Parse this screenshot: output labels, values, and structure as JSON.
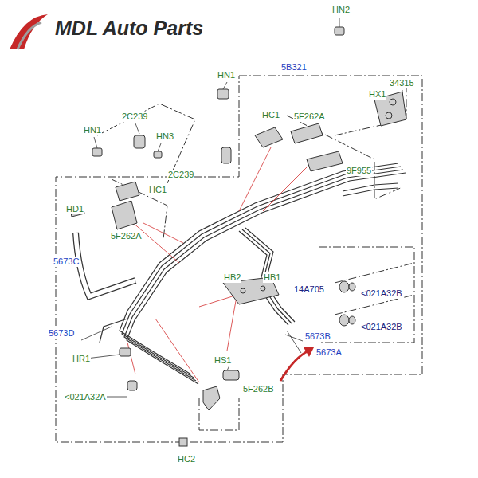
{
  "diagram": {
    "labels": [
      "MDL Auto Parts",
      "HN2",
      "HN1",
      "5B321",
      "34315",
      "HX1",
      "HC1",
      "5F262A",
      "2C239",
      "HN1",
      "HN3",
      "9F955",
      "2C239",
      "HC1",
      "HD1",
      "5F262A",
      "5673C",
      "HB2",
      "HB1",
      "14A705",
      "<021A32B",
      "<021A32B",
      "5673D",
      "5673B",
      "5673A",
      "HR1",
      "HS1",
      "<021A32A",
      "5F262B",
      "HC2"
    ]
  }
}
